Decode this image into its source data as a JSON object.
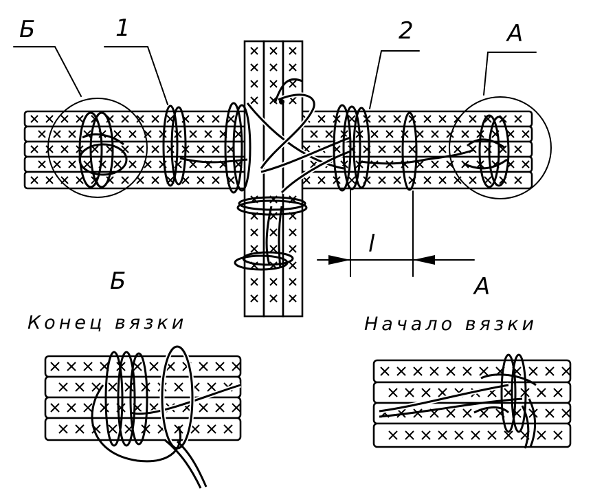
{
  "labels": {
    "b_top": "Б",
    "one": "1",
    "two": "2",
    "a_top": "А",
    "length": "l",
    "b_detail": "Б",
    "a_detail": "А",
    "end_caption": "Конец вязки",
    "start_caption": "Начало вязки"
  },
  "colors": {
    "ink": "#000000",
    "paper": "#ffffff"
  }
}
